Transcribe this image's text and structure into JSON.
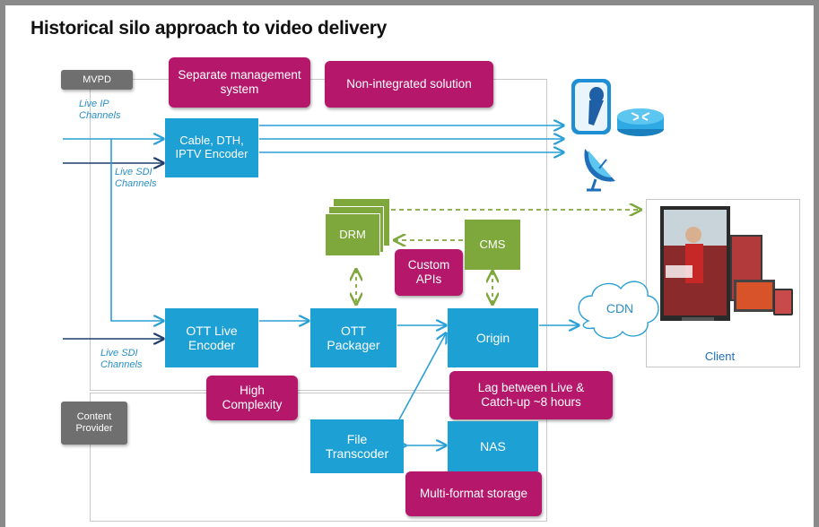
{
  "title": "Historical silo approach to video delivery",
  "labels": {
    "mvpd": "MVPD",
    "content_provider": "Content Provider",
    "live_ip": "Live IP Channels",
    "live_sdi_1": "Live SDI Channels",
    "live_sdi_2": "Live SDI Channels"
  },
  "blue_boxes": {
    "encoder_legacy": "Cable, DTH, IPTV Encoder",
    "ott_live_encoder": "OTT Live Encoder",
    "ott_packager": "OTT Packager",
    "origin": "Origin",
    "file_transcoder": "File Transcoder",
    "nas": "NAS"
  },
  "green_boxes": {
    "drm": "DRM",
    "cms": "CMS"
  },
  "callouts": {
    "separate_management": "Separate management system",
    "non_integrated": "Non-integrated solution",
    "custom_apis": "Custom APIs",
    "high_complexity": "High Complexity",
    "lag": "Lag between Live & Catch-up ~8 hours",
    "multi_format": "Multi-format storage"
  },
  "network": {
    "cdn": "CDN",
    "client": "Client"
  },
  "icons": [
    "microphone-icon",
    "router-icon",
    "satellite-dish-icon",
    "tv-screen-icon"
  ],
  "colors": {
    "blue": "#1da0d3",
    "magenta": "#b5186b",
    "green": "#7ea83c",
    "gray": "#6f6f6f",
    "arrow_blue": "#2a9fd6",
    "arrow_dark": "#1f3d6e",
    "dashed_green": "#7ea83c"
  }
}
